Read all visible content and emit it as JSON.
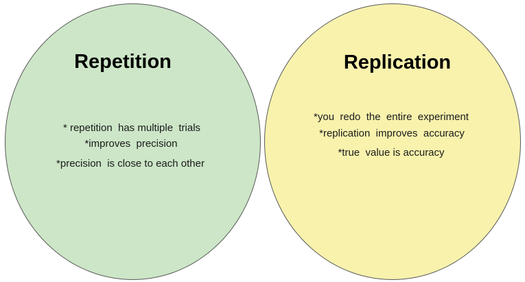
{
  "diagram": {
    "left": {
      "title": "Repetition",
      "items": [
        "* repetition  has multiple  trials",
        "*improves  precision",
        "*precision  is close to each other"
      ]
    },
    "right": {
      "title": "Replication",
      "items": [
        "*you  redo  the  entire  experiment",
        "*replication  improves  accuracy",
        "*true  value is accuracy"
      ]
    },
    "colors": {
      "left_fill": "#cce6c7",
      "right_fill": "#f8f2ad",
      "outline": "#595959"
    }
  }
}
